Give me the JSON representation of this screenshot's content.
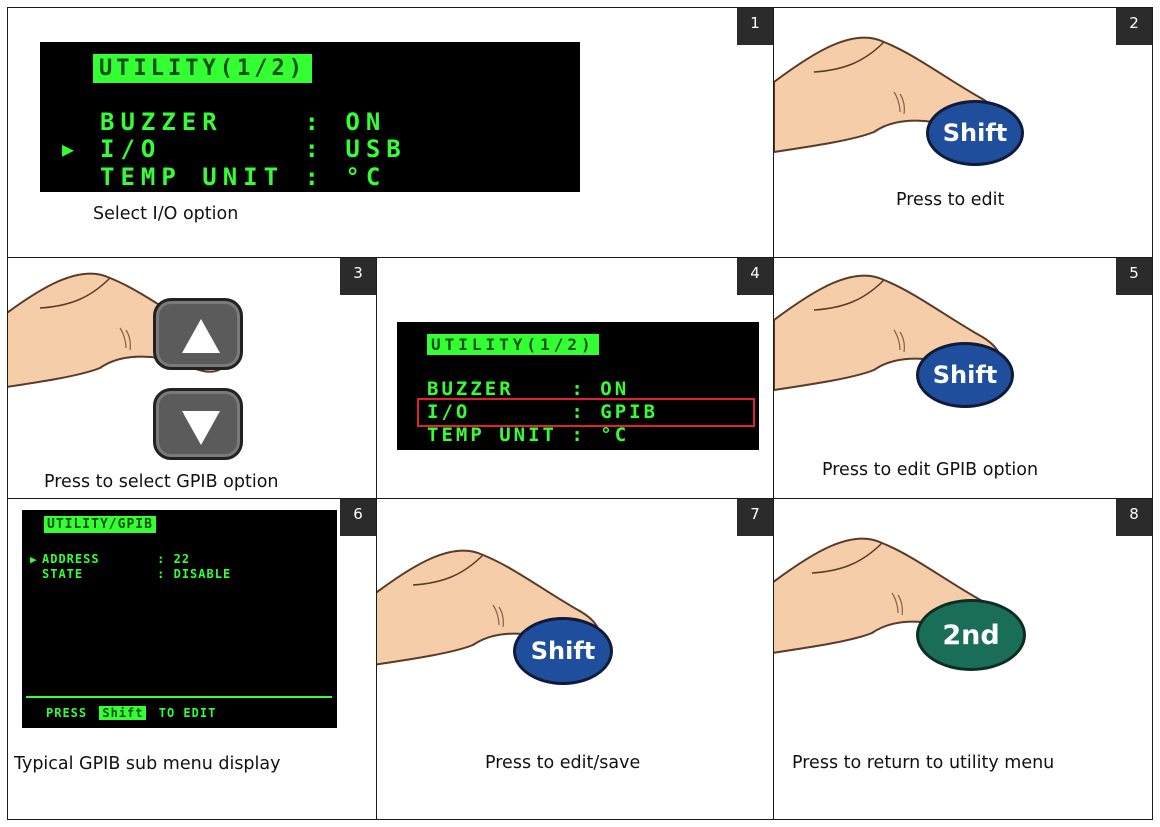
{
  "steps": [
    {
      "num": "1",
      "caption": "Select I/O option"
    },
    {
      "num": "2",
      "caption": "Press to edit"
    },
    {
      "num": "3",
      "caption": "Press to select GPIB option"
    },
    {
      "num": "4",
      "caption": ""
    },
    {
      "num": "5",
      "caption": "Press to edit GPIB option"
    },
    {
      "num": "6",
      "caption": "Typical GPIB sub menu display"
    },
    {
      "num": "7",
      "caption": "Press to edit/save"
    },
    {
      "num": "8",
      "caption": "Press to return to utility menu"
    }
  ],
  "lcd1": {
    "title": "UTILITY(1/2)",
    "row1": "BUZZER    : ON",
    "row2": "I/O       : USB",
    "row3": "TEMP UNIT : °C",
    "cursor": "▶"
  },
  "lcd4": {
    "title": "UTILITY(1/2)",
    "row1": "BUZZER    : ON",
    "row2": "I/O       : GPIB",
    "row3": "TEMP UNIT : °C"
  },
  "lcd6": {
    "title": "UTILITY/GPIB",
    "row1": "ADDRESS       : 22",
    "row2": "STATE         : DISABLE",
    "cursor": "▶",
    "footer_pre": "PRESS",
    "footer_key": "Shift",
    "footer_post": "TO EDIT"
  },
  "buttons": {
    "shift": "Shift",
    "second": "2nd"
  },
  "colors": {
    "lcd_green": "#33ff33",
    "shift_blue": "#1f4f9c",
    "second_green": "#1a6e58",
    "highlight_red": "#e0242a"
  }
}
